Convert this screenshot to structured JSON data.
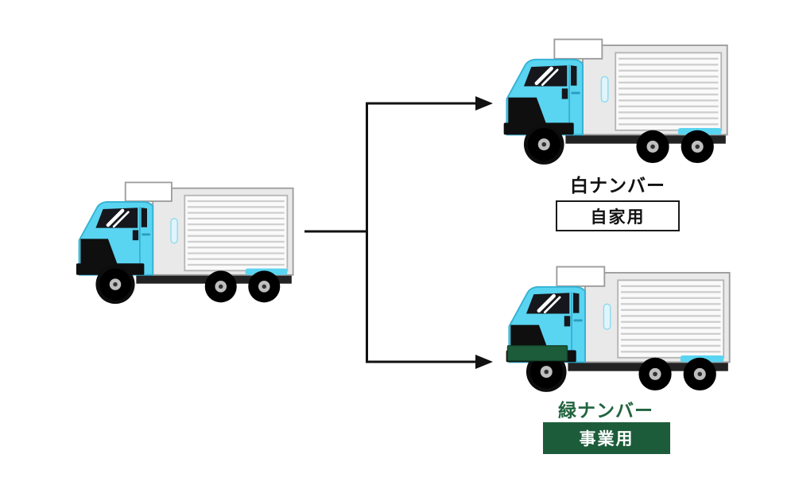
{
  "branches": [
    {
      "plate_label": "白ナンバー",
      "use_label": "自家用"
    },
    {
      "plate_label": "緑ナンバー",
      "use_label": "事業用"
    }
  ],
  "colors": {
    "truck_body_cyan": "#59d4f1",
    "cargo_box_gray": "#e9e9e9",
    "plate_green": "#1d5c3a",
    "green_label_text": "#20643e",
    "black_label_text": "#111111",
    "arrow": "#111111"
  },
  "icons": {
    "source_truck": "truck-icon",
    "private_truck": "truck-icon",
    "business_truck": "truck-icon-green-plate"
  }
}
